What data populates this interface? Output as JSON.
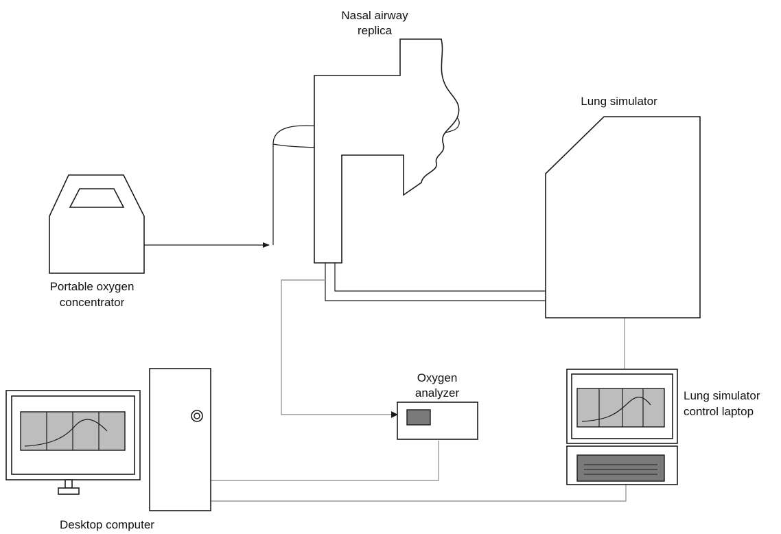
{
  "labels": {
    "nasal_airway": [
      "Nasal airway",
      "replica"
    ],
    "lung_simulator": "Lung simulator",
    "portable_oxygen_concentrator": [
      "Portable oxygen",
      "concentrator"
    ],
    "oxygen_analyzer": [
      "Oxygen",
      "analyzer"
    ],
    "lung_simulator_control_laptop": [
      "Lung simulator",
      "control laptop"
    ],
    "desktop_computer": "Desktop computer"
  },
  "icons": {
    "oxygen_concentrator": "oxygen-concentrator-icon",
    "nasal_airway_replica": "nasal-airway-replica-icon",
    "lung_simulator": "lung-simulator-icon",
    "oxygen_analyzer": "oxygen-analyzer-icon",
    "laptop": "laptop-icon",
    "monitor": "monitor-icon",
    "computer_tower": "computer-tower-icon"
  },
  "colors": {
    "outline": "#1a1a1a",
    "cable": "#9a9a9a",
    "screen": "#bdbdbd",
    "display": "#7a7a7a"
  }
}
